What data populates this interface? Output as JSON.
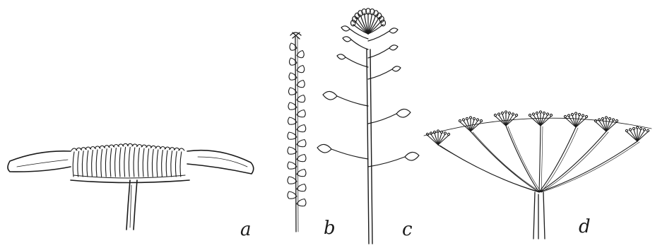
{
  "colors": {
    "ink": "#1a1a1a",
    "background": "#ffffff"
  },
  "panels": [
    {
      "id": "a",
      "label": "a"
    },
    {
      "id": "b",
      "label": "b"
    },
    {
      "id": "c",
      "label": "c"
    },
    {
      "id": "d",
      "label": "d"
    }
  ]
}
